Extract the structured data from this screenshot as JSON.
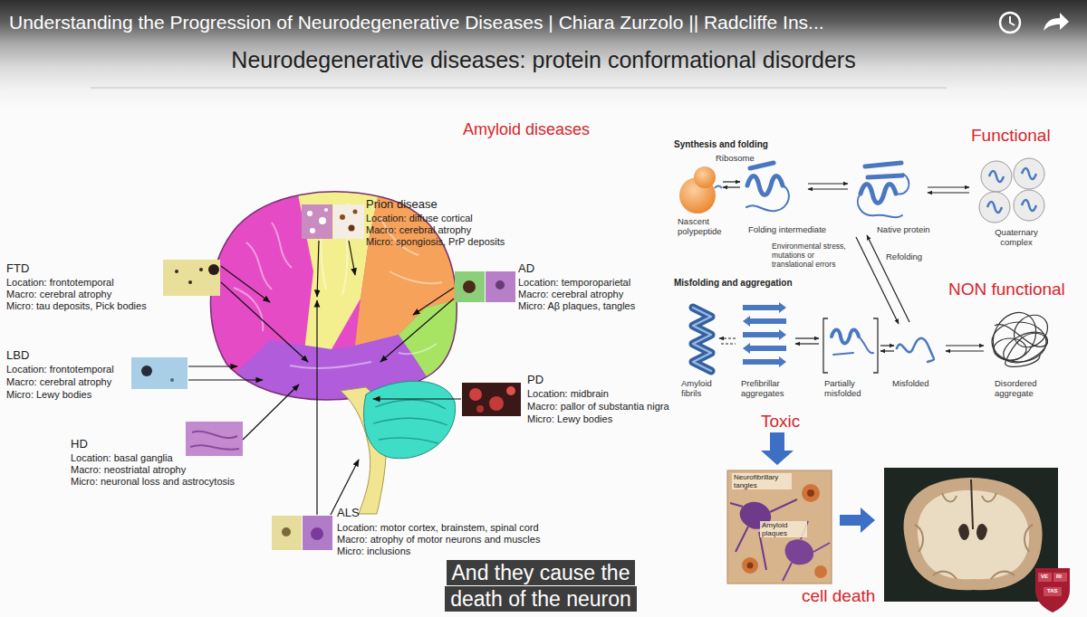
{
  "diagram": {
    "title": "Neurodegenerative diseases: protein conformational disorders",
    "nodes": [
      {
        "text": [
          "Neurofibrillary tangles",
          "Amyloid plaques"
        ]
      }
    ],
    "labels": [
      "Understanding the Progression of Neurodegenerative Diseases | Chiara Zurzolo || Radcliffe Ins...",
      "Amyloid diseases",
      "Prion disease",
      "Location: diffuse cortical",
      "Macro: cerebral atrophy",
      "Micro: spongiosis, PrP deposits",
      "FTD",
      "Location: frontotemporal",
      "Macro: cerebral atrophy",
      "Micro: tau deposits, Pick bodies",
      "AD",
      "Location: temporoparietal",
      "Macro: cerebral atrophy",
      "Micro: Aβ plaques, tangles",
      "LBD",
      "Location: frontotemporal",
      "Macro: cerebral atrophy",
      "Micro: Lewy bodies",
      "PD",
      "Location: midbrain",
      "Macro: pallor of substantia nigra",
      "Micro: Lewy bodies",
      "HD",
      "Location: basal ganglia",
      "Macro: neostriatal atrophy",
      "Micro: neuronal loss and astrocytosis",
      "ALS",
      "Location: motor cortex, brainstem, spinal cord",
      "Macro: atrophy of motor neurons and muscles",
      "Micro: inclusions",
      "Synthesis and folding",
      "Ribosome",
      "Nascent polypeptide",
      "Folding intermediate",
      "Native protein",
      "Quaternary complex",
      "Functional",
      "Environmental stress, mutations or translational errors",
      "Refolding",
      "Misfolding and aggregation",
      "NON functional",
      "Amyloid fibrils",
      "Prefibrillar aggregates",
      "Partially misfolded",
      "Misfolded",
      "Disordered aggregate",
      "Toxic",
      "cell death",
      "VE",
      "RI",
      "TAS",
      "And they cause the death of the neuron"
    ]
  }
}
